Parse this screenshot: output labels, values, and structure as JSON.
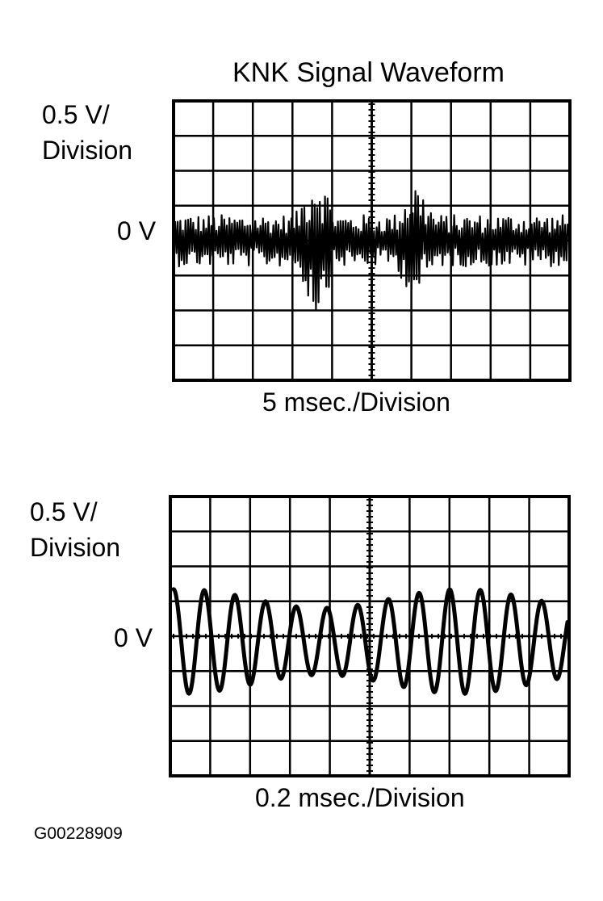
{
  "title": "KNK Signal Waveform",
  "figure_id": "G00228909",
  "scopes": [
    {
      "volts_label_line1": "0.5 V/",
      "volts_label_line2": "Division",
      "zero_label": "0 V",
      "time_label": "5 msec./Division",
      "grid": {
        "columns": 10,
        "rows": 8,
        "zero_row": 4
      },
      "signal": "noise with bursts at about 3.6 and 6.1 divisions",
      "burst_positions_div": [
        3.6,
        6.1
      ]
    },
    {
      "volts_label_line1": "0.5 V/",
      "volts_label_line2": "Division",
      "zero_label": "0 V",
      "time_label": "0.2 msec./Division",
      "grid": {
        "columns": 10,
        "rows": 8,
        "zero_row": 4
      },
      "signal": "oscillating wave, about 13 cycles across 10 divisions, amplitude about 1.5 divisions",
      "cycles_across_screen": 13,
      "amplitude_div": 1.5
    }
  ],
  "colors": {
    "ink": "#000000",
    "background": "#ffffff"
  }
}
